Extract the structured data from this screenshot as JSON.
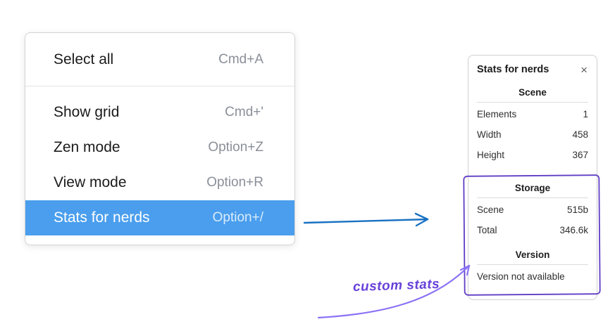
{
  "colors": {
    "menu_selected_bg": "#4a9eed",
    "flow_arrow": "#1971c2",
    "annotation_box": "#5f3dc4",
    "annotation_arrow": "#8b72f5",
    "annotation_text": "#6741d9"
  },
  "menu": {
    "items": [
      {
        "label": "Select all",
        "shortcut": "Cmd+A"
      },
      {
        "label": "Show grid",
        "shortcut": "Cmd+'"
      },
      {
        "label": "Zen mode",
        "shortcut": "Option+Z"
      },
      {
        "label": "View mode",
        "shortcut": "Option+R"
      },
      {
        "label": "Stats for nerds",
        "shortcut": "Option+/"
      }
    ]
  },
  "stats_panel": {
    "title": "Stats for nerds",
    "close_icon": "×",
    "scene": {
      "heading": "Scene",
      "rows": [
        {
          "label": "Elements",
          "value": "1"
        },
        {
          "label": "Width",
          "value": "458"
        },
        {
          "label": "Height",
          "value": "367"
        }
      ]
    },
    "storage": {
      "heading": "Storage",
      "rows": [
        {
          "label": "Scene",
          "value": "515b"
        },
        {
          "label": "Total",
          "value": "346.6k"
        }
      ]
    },
    "version": {
      "heading": "Version",
      "note": "Version not available"
    }
  },
  "annotation": {
    "label": "custom stats"
  }
}
